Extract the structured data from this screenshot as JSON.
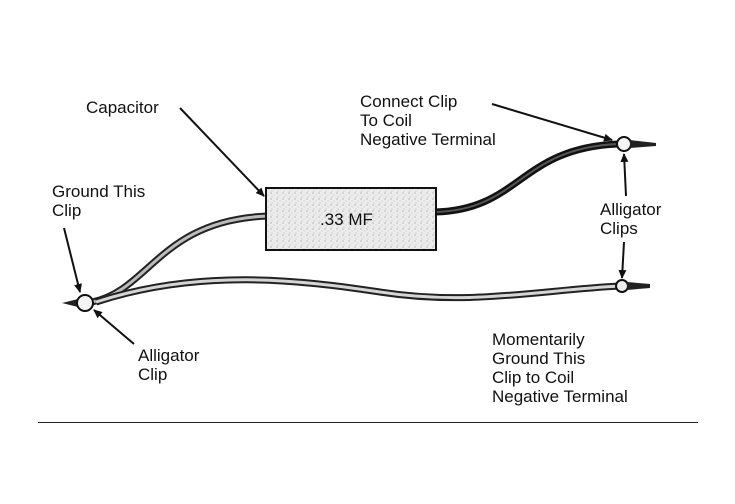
{
  "labels": {
    "capacitor": "Capacitor",
    "connect_clip": "Connect Clip\nTo Coil\nNegative Terminal",
    "ground_this_clip": "Ground This\nClip",
    "alligator_clips": "Alligator\nClips",
    "alligator_clip": "Alligator\nClip",
    "momentarily": "Momentarily\nGround This\nClip to Coil\nNegative Terminal"
  },
  "capacitor_value": ".33 MF"
}
